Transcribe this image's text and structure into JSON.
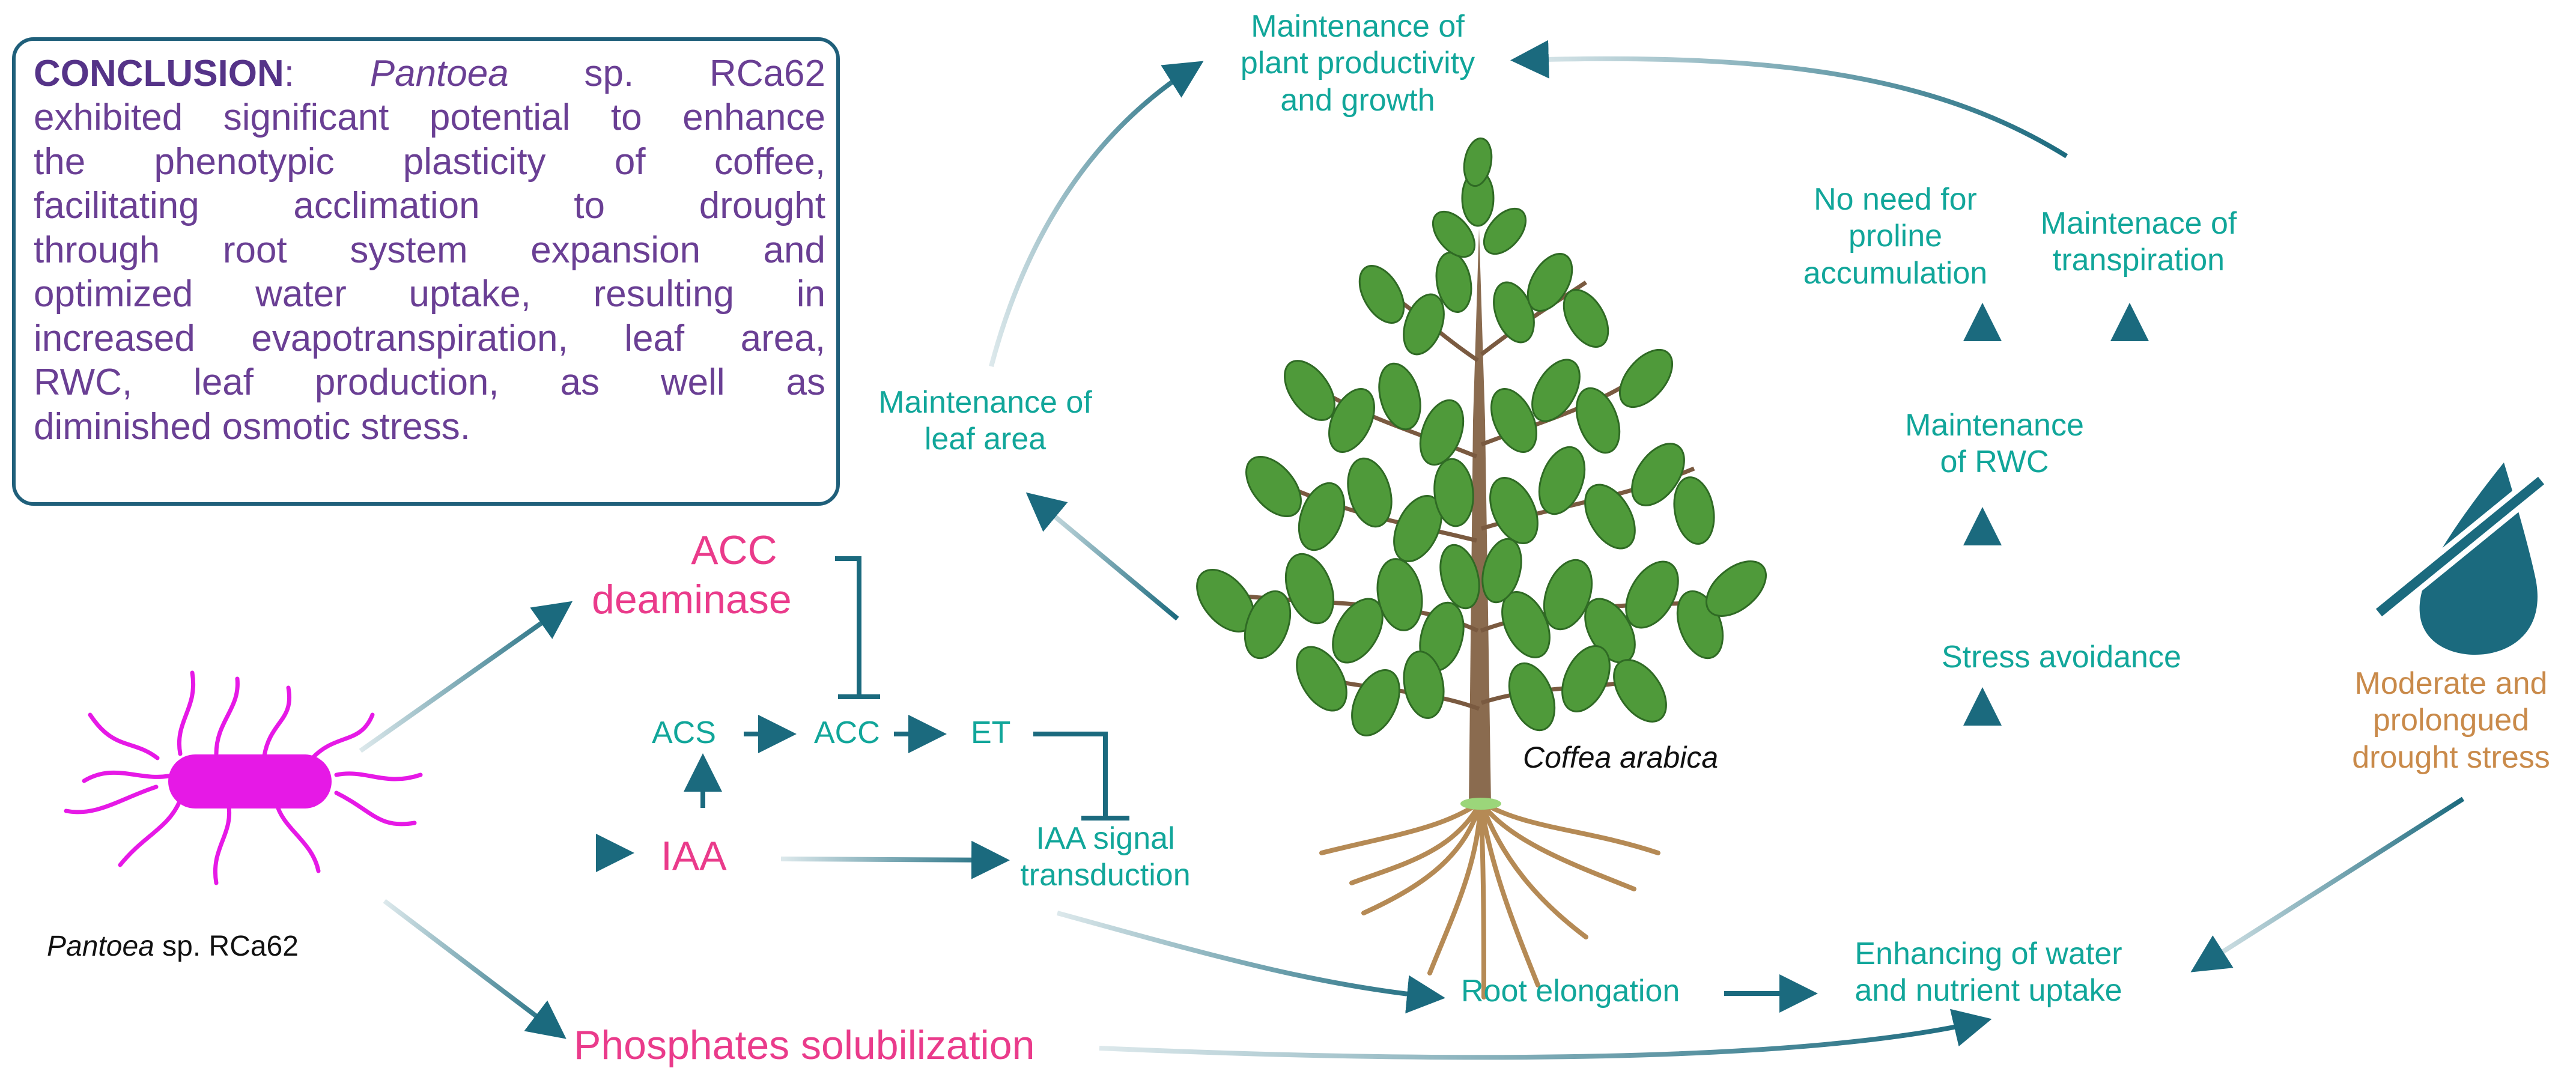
{
  "conclusion": {
    "heading": "CONCLUSION",
    "lines": [
      [
        "",
        "Pantoea",
        " sp. RCa62"
      ],
      [
        "exhibited significant potential to enhance",
        "",
        ""
      ],
      [
        "the phenotypic plasticity of coffee,",
        "",
        ""
      ],
      [
        "facilitating acclimation to drought",
        "",
        ""
      ],
      [
        "through root system expansion and",
        "",
        ""
      ],
      [
        "optimized water uptake, resulting in",
        "",
        ""
      ],
      [
        "increased evapotranspiration, leaf area,",
        "",
        ""
      ],
      [
        "RWC, leaf production, as well as",
        "",
        ""
      ],
      [
        "diminished osmotic stress.",
        "",
        ""
      ]
    ]
  },
  "bacterium": {
    "genus": "Pantoea",
    "strain": " sp. RCa62"
  },
  "plant": {
    "species": "Coffea arabica"
  },
  "nodes": {
    "acc_deaminase_1": "ACC",
    "acc_deaminase_2": "deaminase",
    "acs": "ACS",
    "acc": "ACC",
    "et": "ET",
    "iaa": "IAA",
    "iaa_signal_1": "IAA signal",
    "iaa_signal_2": "transduction",
    "phosphates": "Phosphates solubilization",
    "root_elongation": "Root elongation",
    "uptake_1": "Enhancing of water",
    "uptake_2": "and nutrient uptake",
    "stress_avoidance": "Stress avoidance",
    "rwc_1": "Maintenance",
    "rwc_2": "of RWC",
    "proline_1": "No need for",
    "proline_2": "proline",
    "proline_3": "accumulation",
    "transpiration_1": "Maintenace of",
    "transpiration_2": "transpiration",
    "productivity_1": "Maintenance of",
    "productivity_2": "plant productivity",
    "productivity_3": "and growth",
    "leaf_area_1": "Maintenance of",
    "leaf_area_2": "leaf area",
    "drought_1": "Moderate and",
    "drought_2": "prolongued",
    "drought_3": "drought stress"
  },
  "colors": {
    "arrow": "#1b6a7e",
    "teal_text": "#11a69a",
    "pink_text": "#ea3b8b",
    "bacterium": "#e619e6",
    "drought_icon": "#1b6a7e",
    "drought_text": "#c98a4a",
    "conclusion_text": "#6a3f94",
    "box_border": "#1f5f7a",
    "leaf": "#4f9a3a",
    "root": "#b58a55"
  },
  "icons": {
    "bacterium": "bacterium-icon",
    "drought": "no-water-drop-icon",
    "plant": "coffee-plant-illustration"
  }
}
